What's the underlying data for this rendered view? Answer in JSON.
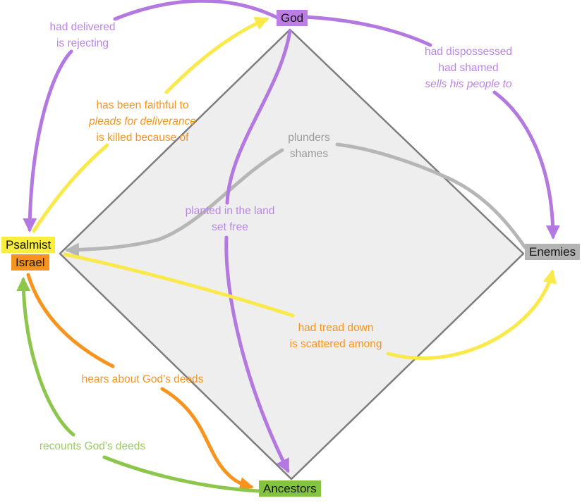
{
  "diagram": {
    "background": "#ffffff",
    "colors": {
      "purple": "#b478e1",
      "yellow": "#f9e94b",
      "orange": "#f7941e",
      "green": "#8cc64d",
      "gray": "#b6b6b6",
      "diamond_fill": "#eeeeee",
      "diamond_edge": "#7d7d7d"
    },
    "nodes": {
      "god": {
        "label": "God",
        "color": "#be7ce5"
      },
      "psalmist": {
        "label": "Psalmist",
        "color": "#f8ee3b"
      },
      "israel": {
        "label": "Israel",
        "color": "#f7941e"
      },
      "enemies": {
        "label": "Enemies",
        "color": "#b3b3b3"
      },
      "ancestors": {
        "label": "Ancestors",
        "color": "#83c441"
      }
    },
    "edges": {
      "god_to_psalmist": {
        "color": "#b478e1",
        "lines": [
          "had delivered",
          "is rejecting"
        ]
      },
      "psalmist_to_god": {
        "color": "#f9e94b",
        "label_color": "#f7941e",
        "lines": [
          "has been faithful to",
          "pleads for deliverance",
          "is killed because of"
        ]
      },
      "god_to_enemies": {
        "color": "#b478e1",
        "lines": [
          "had dispossessed",
          "had shamed",
          "sells his people to"
        ]
      },
      "enemies_to_psalmist": {
        "color": "#b6b6b6",
        "label_color": "#9a9a9a",
        "lines": [
          "plunders",
          "shames"
        ]
      },
      "god_to_ancestors": {
        "color": "#b478e1",
        "lines": [
          "planted in the land",
          "set free"
        ]
      },
      "israel_to_enemies": {
        "color": "#f9e94b",
        "label_color": "#f7941e",
        "lines": [
          "had tread down",
          "is scattered among"
        ]
      },
      "israel_to_ancestors": {
        "color": "#f7941e",
        "lines": [
          "hears about God's deeds"
        ]
      },
      "ancestors_to_israel": {
        "color": "#8cc64d",
        "label_color": "#9bcb61",
        "lines": [
          "recounts God's deeds"
        ]
      }
    }
  }
}
